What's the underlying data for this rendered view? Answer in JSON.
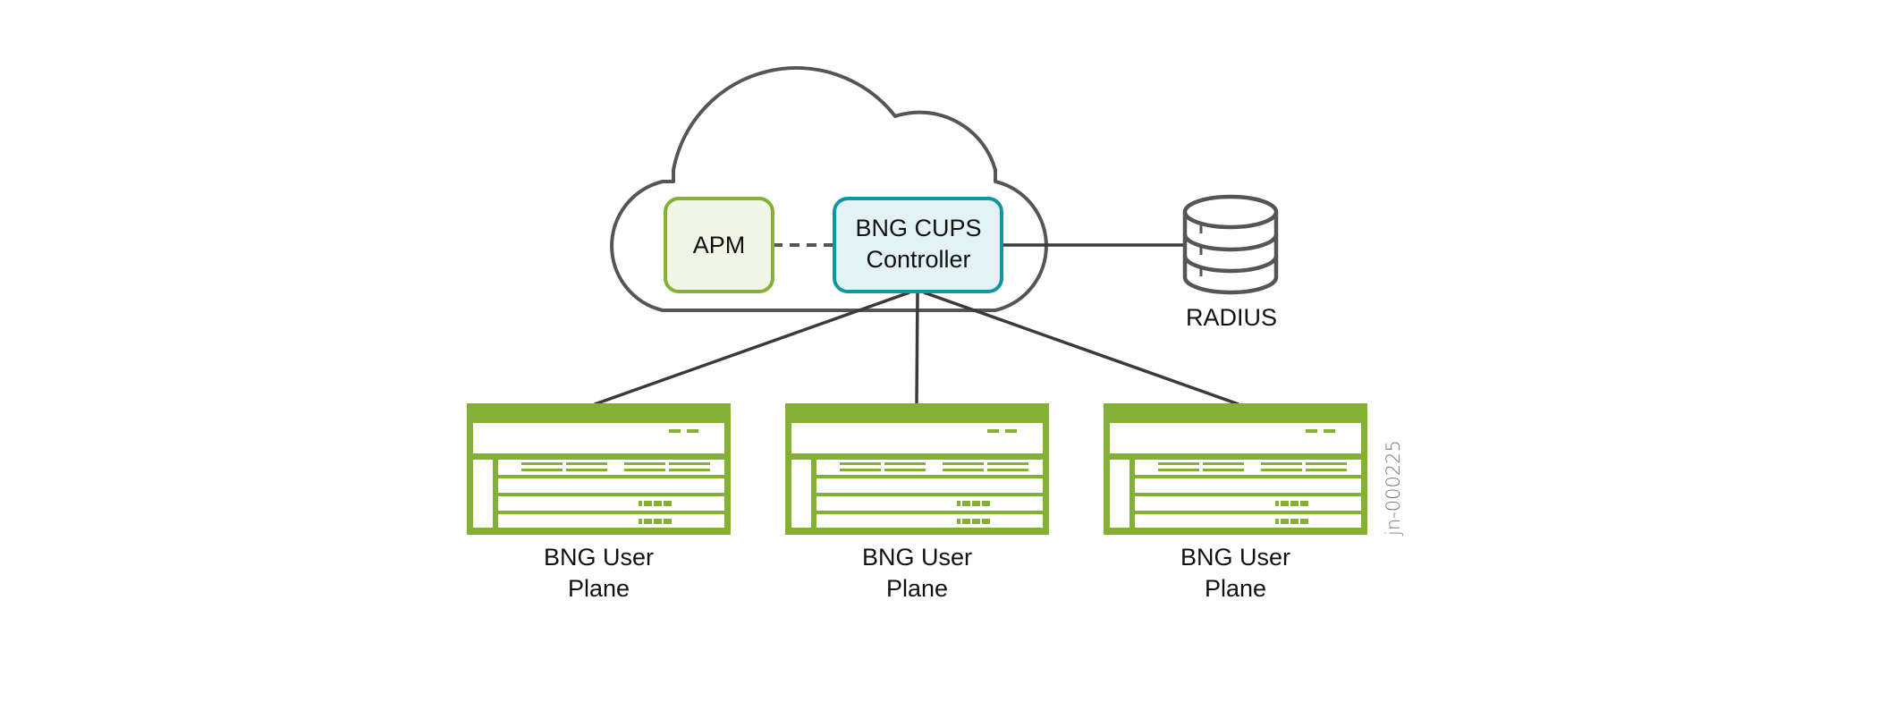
{
  "diagram": {
    "cloud": {
      "label": ""
    },
    "apm": {
      "label": "APM"
    },
    "controller": {
      "label_line1": "BNG CUPS",
      "label_line2": "Controller"
    },
    "radius": {
      "label": "RADIUS"
    },
    "user_planes": [
      {
        "label_line1": "BNG User",
        "label_line2": "Plane"
      },
      {
        "label_line1": "BNG User",
        "label_line2": "Plane"
      },
      {
        "label_line1": "BNG User",
        "label_line2": "Plane"
      }
    ],
    "connections": [
      {
        "from": "APM",
        "to": "BNG CUPS Controller",
        "style": "dashed"
      },
      {
        "from": "BNG CUPS Controller",
        "to": "RADIUS",
        "style": "solid"
      },
      {
        "from": "BNG CUPS Controller",
        "to": "BNG User Plane 1",
        "style": "solid"
      },
      {
        "from": "BNG CUPS Controller",
        "to": "BNG User Plane 2",
        "style": "solid"
      },
      {
        "from": "BNG CUPS Controller",
        "to": "BNG User Plane 3",
        "style": "solid"
      }
    ],
    "watermark": "jn-000225"
  },
  "colors": {
    "line": "#555555",
    "link": "#3a3a3a",
    "apm_stroke": "#84b135",
    "apm_fill": "#f0f5e6",
    "controller_stroke": "#1295a2",
    "controller_fill": "#e2f2f5",
    "router": "#84b135"
  }
}
